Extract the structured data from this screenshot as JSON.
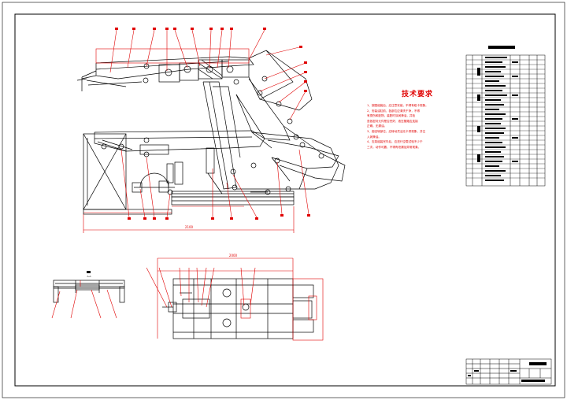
{
  "tech_notes": {
    "title": "技术要求",
    "lines": [
      "1、按图组装后，应注意安装，不得有碰卡现象。",
      "2、安装油缸前，各部位应清洗干净，不得",
      "   有损伤和脏物，装配时涂润滑油，并检",
      "   查各密封元件是否完好，液压管路应连接",
      "   正确，无漏油。",
      "3、各回转部位，应转动灵活无卡滞现象，并注",
      "   入润滑油。",
      "4、支架组装完毕后，应进行空载试验不少于",
      "   三次，动作可靠，不得有泄漏及异常现象。"
    ]
  },
  "drawing_labels": {
    "main_width_dim": "2100",
    "plan_width_dim": "2000",
    "side_view_tag": "A-A"
  },
  "colors": {
    "line": "#000000",
    "annotation": "#e00000"
  }
}
